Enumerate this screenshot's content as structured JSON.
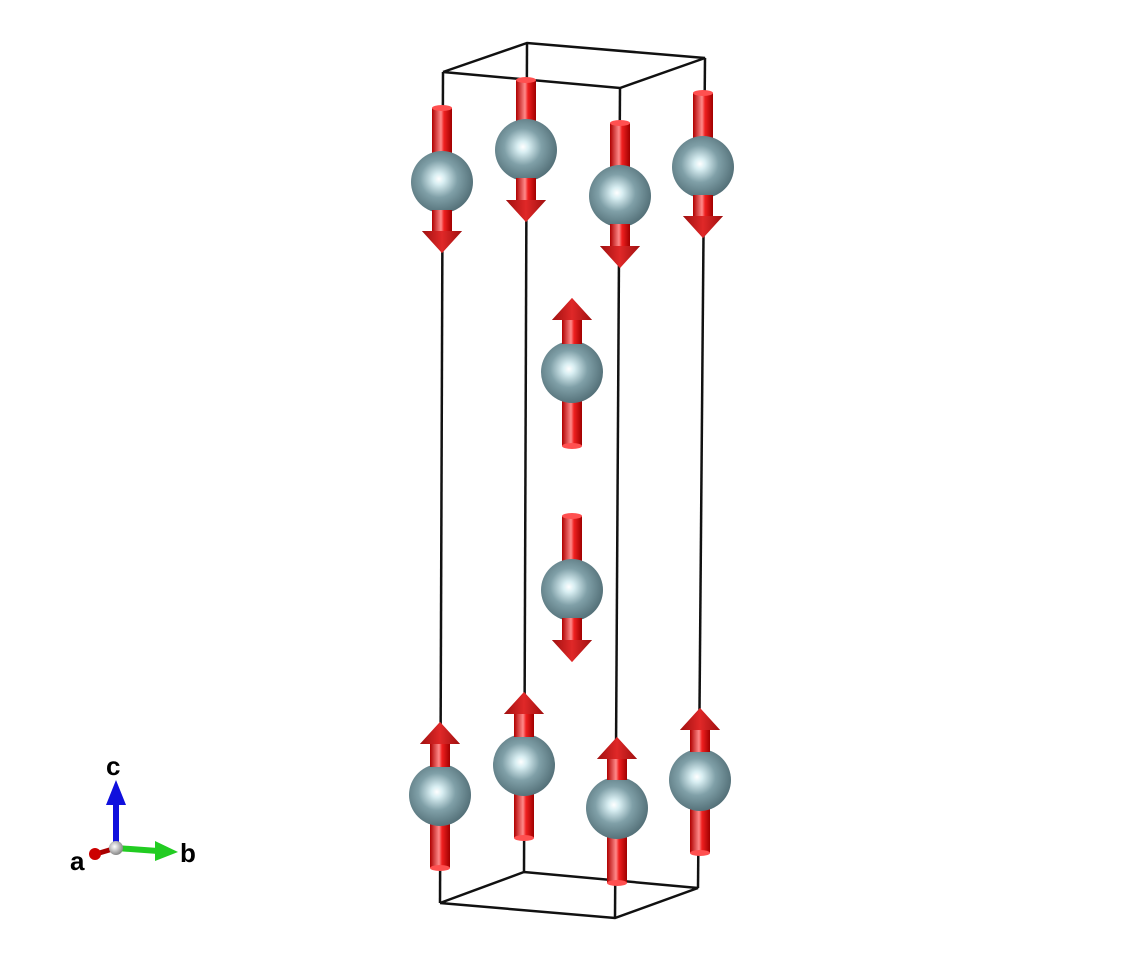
{
  "axes": {
    "a_label": "a",
    "b_label": "b",
    "c_label": "c"
  },
  "colors": {
    "atom": "#7f9ba3",
    "spin": "#e01010",
    "cell": "#000000",
    "axis_a": "#cc0000",
    "axis_b": "#22cc22",
    "axis_c": "#1010dd"
  },
  "atoms": [
    {
      "spin": "down"
    },
    {
      "spin": "down"
    },
    {
      "spin": "down"
    },
    {
      "spin": "down"
    },
    {
      "spin": "up"
    },
    {
      "spin": "down"
    },
    {
      "spin": "up"
    },
    {
      "spin": "up"
    },
    {
      "spin": "up"
    },
    {
      "spin": "up"
    }
  ]
}
